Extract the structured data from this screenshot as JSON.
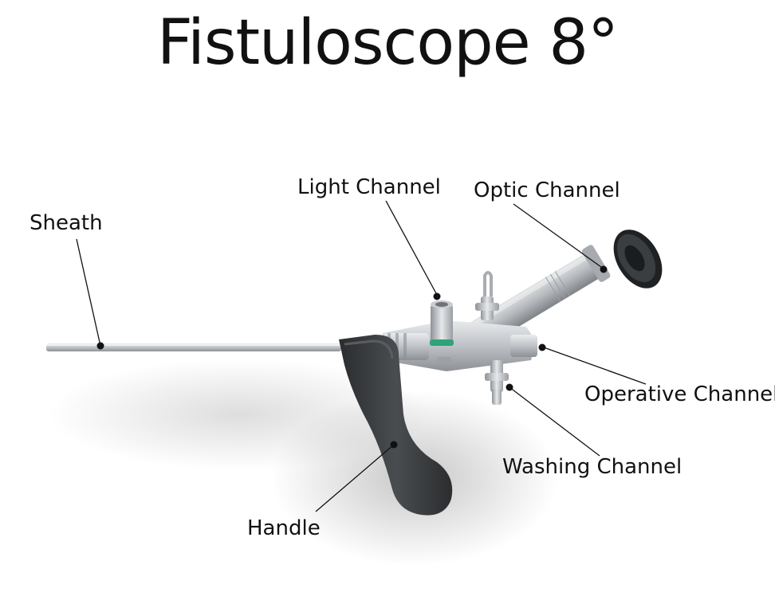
{
  "title": "Fistuloscope 8°",
  "labels": {
    "sheath": "Sheath",
    "light_channel": "Light Channel",
    "optic_channel": "Optic Channel",
    "operative_channel": "Operative Channel",
    "washing_channel": "Washing Channel",
    "handle": "Handle"
  },
  "colors": {
    "text": "#111111",
    "metal": "#b9bcc0",
    "handle": "#3a3d3f",
    "seal_ring": "#2fa37a"
  }
}
